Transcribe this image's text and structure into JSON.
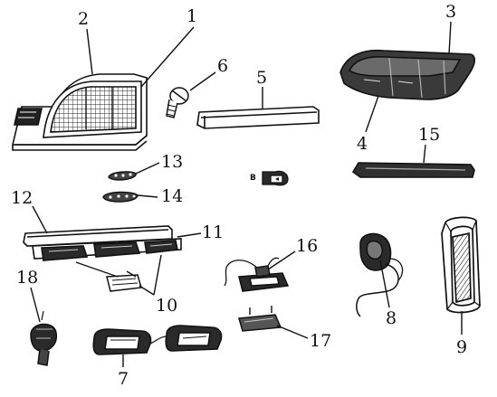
{
  "diagram": {
    "callouts": {
      "n1": "1",
      "n2": "2",
      "n3": "3",
      "n4": "4",
      "n5": "5",
      "n6": "6",
      "n7": "7",
      "n8": "8",
      "n9": "9",
      "n10": "10",
      "n11": "11",
      "n12": "12",
      "n13": "13",
      "n14": "14",
      "n15": "15",
      "n16": "16",
      "n17": "17",
      "n18": "18"
    },
    "bulb_tag": "B"
  },
  "colors": {
    "ink": "#111111",
    "paper": "#ffffff",
    "shade": "#2a2a2a"
  }
}
